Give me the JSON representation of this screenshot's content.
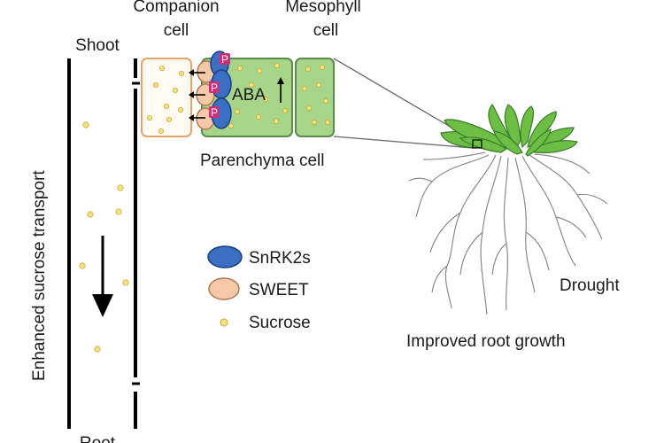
{
  "labels": {
    "companion_cell": [
      "Companion",
      "cell"
    ],
    "mesophyll_cell": [
      "Mesophyll",
      "cell"
    ],
    "shoot": "Shoot",
    "root": "Root",
    "side_label": "Enhanced sucrose transport",
    "parenchyma_cell": "Parenchyma cell",
    "aba": "ABA",
    "phospho": "P",
    "drought": "Drought",
    "improved_root": "Improved root growth"
  },
  "legend": [
    {
      "key": "snrk2",
      "label": "SnRK2s"
    },
    {
      "key": "sweet",
      "label": "SWEET"
    },
    {
      "key": "sucrose",
      "label": "Sucrose"
    }
  ],
  "colors": {
    "snrk2_fill": "#3a6fc4",
    "snrk2_stroke": "#1c3f80",
    "sweet_fill": "#f5c9a8",
    "sweet_stroke": "#b07a55",
    "sucrose_fill": "#f6e47a",
    "sucrose_stroke": "#c9a93a",
    "companion_stroke": "#e3a46c",
    "parenchyma_fill": "#a6d58a",
    "parenchyma_stroke": "#5a8a4c",
    "phospho_fill": "#cc2f79",
    "leaf_fill": "#6cbf44",
    "leaf_stroke": "#3e7a2c",
    "root_stroke": "#8a8a8a"
  }
}
